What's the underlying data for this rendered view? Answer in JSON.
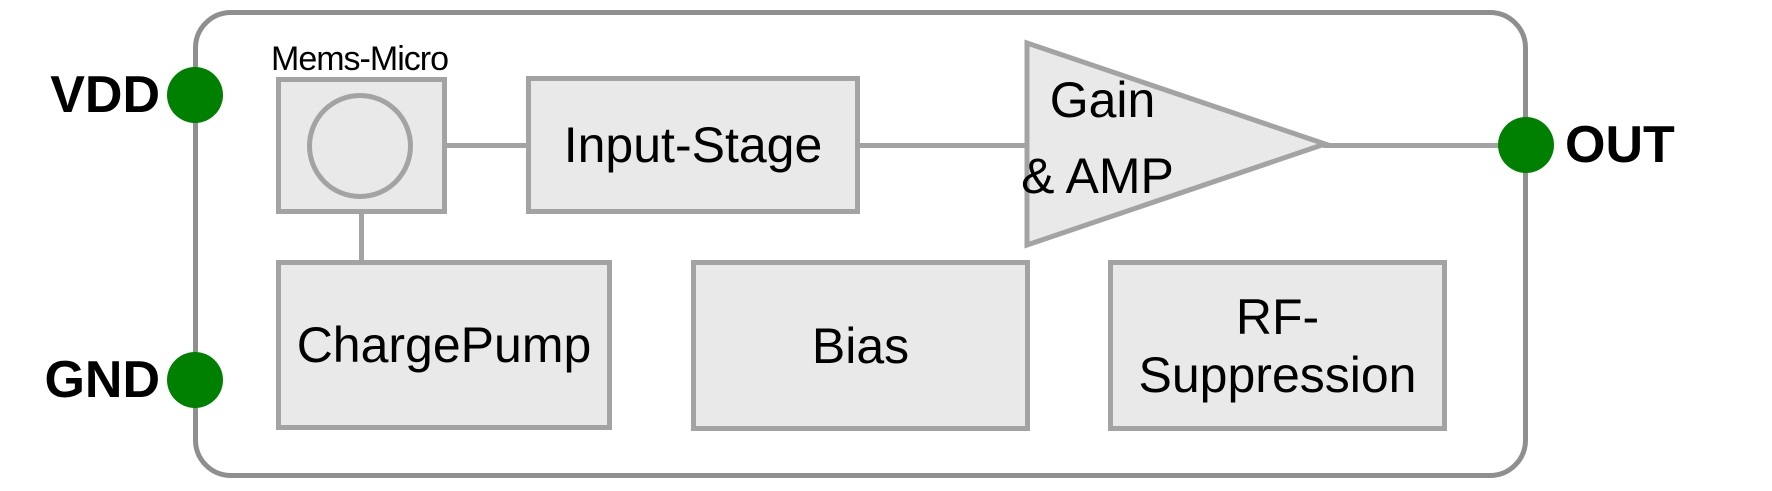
{
  "pins": {
    "vdd": {
      "label": "VDD"
    },
    "gnd": {
      "label": "GND"
    },
    "out": {
      "label": "OUT"
    }
  },
  "blocks": {
    "mems": {
      "label": "Mems-Micro"
    },
    "input_stage": {
      "label": "Input-Stage"
    },
    "gain_amp": {
      "line1": "Gain",
      "line2": "& AMP"
    },
    "charge_pump": {
      "label": "ChargePump"
    },
    "bias": {
      "label": "Bias"
    },
    "rf_suppression": {
      "line1": "RF-",
      "line2": "Suppression"
    }
  },
  "colors": {
    "pin": "#008000",
    "outline": "#8f8f8f",
    "block_fill": "#e9e9e9",
    "block_border": "#a3a3a3",
    "connector": "#a3a3a3",
    "text": "#000000"
  }
}
